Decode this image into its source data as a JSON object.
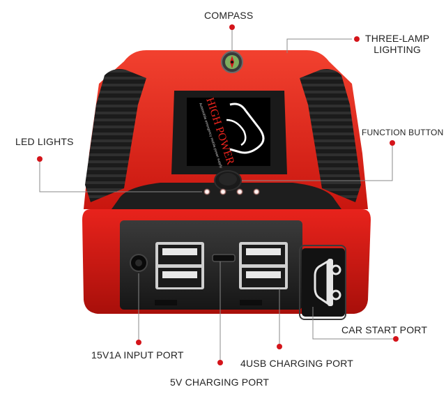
{
  "callouts": {
    "compass": "COMPASS",
    "three_lamp_line1": "THREE-LAMP",
    "three_lamp_line2": "LIGHTING",
    "led_lights": "LED LIGHTS",
    "function_button": "FUNCTION BUTTON",
    "car_start_port": "CAR START PORT",
    "input_port": "15V1A INPUT PORT",
    "usb_port": "4USB CHARGING PORT",
    "charging_port_5v": "5V CHARGING PORT"
  },
  "label_panel": {
    "brand": "HIGH POWER",
    "subtitle": "Automobile emergency mobile power supply"
  },
  "colors": {
    "shell_red": "#e8231c",
    "rubber_black": "#1c1c1c",
    "leader_line": "#8a8a8a",
    "marker_dot": "#d4141a",
    "led_glow": "#ffffff"
  },
  "icons": [
    "compass-icon",
    "car-icon"
  ]
}
